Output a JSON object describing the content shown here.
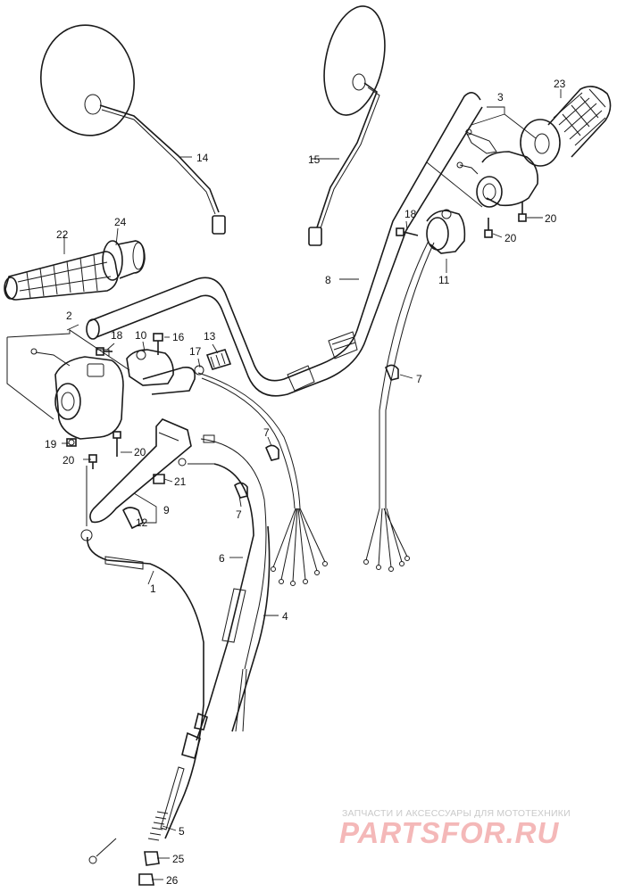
{
  "callouts": {
    "c1": "1",
    "c2": "2",
    "c3": "3",
    "c4": "4",
    "c5": "5",
    "c6": "6",
    "c7a": "7",
    "c7b": "7",
    "c7c": "7",
    "c8": "8",
    "c9": "9",
    "c10": "10",
    "c11": "11",
    "c12": "12",
    "c13": "13",
    "c14": "14",
    "c15": "15",
    "c16": "16",
    "c17": "17",
    "c18a": "18",
    "c18b": "18",
    "c19": "19",
    "c20a": "20",
    "c20b": "20",
    "c20c": "20",
    "c21": "21",
    "c22": "22",
    "c23": "23",
    "c24": "24",
    "c25": "25",
    "c26": "26"
  },
  "watermark": {
    "caption": "ЗАПЧАСТИ И АКСЕССУАРЫ ДЛЯ МОТОТЕХНИКИ",
    "logo": "PARTSFOR.RU"
  }
}
